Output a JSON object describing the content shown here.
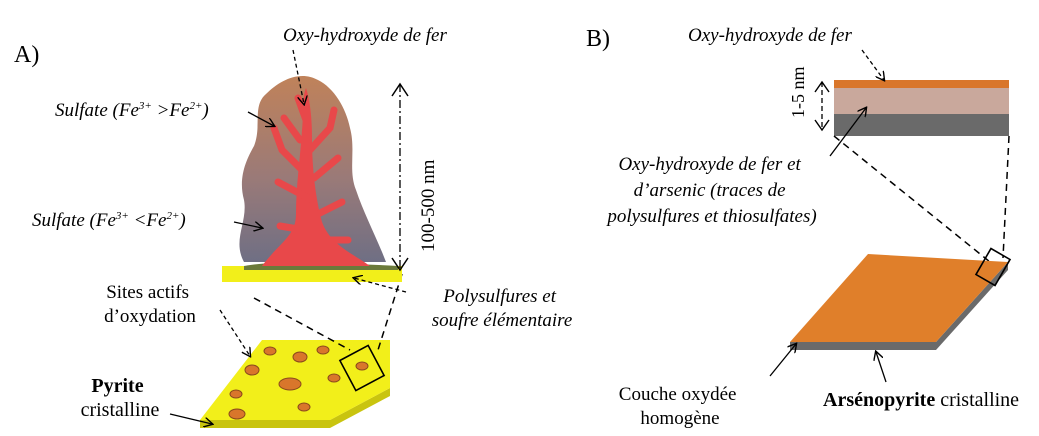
{
  "panel_a": {
    "label": "A)",
    "oxy_fer": "Oxy-hydroxyde de fer",
    "sulfate_top_pre": "Sulfate (Fe",
    "sulfate_top_sup1": "3+",
    "sulfate_top_mid": " >Fe",
    "sulfate_top_sup2": "2+",
    "sulfate_top_post": ")",
    "sulfate_bot_pre": "Sulfate (Fe",
    "sulfate_bot_sup1": "3+",
    "sulfate_bot_mid": " <Fe",
    "sulfate_bot_sup2": "2+",
    "sulfate_bot_post": ")",
    "thickness": "100-500 nm",
    "sites_line1": "Sites actifs",
    "sites_line2": "d’oxydation",
    "poly_line1": "Polysulfures et",
    "poly_line2": "soufre élémentaire",
    "pyrite_bold": "Pyrite",
    "pyrite_line2": "cristalline"
  },
  "panel_b": {
    "label": "B)",
    "oxy_fer": "Oxy-hydroxyde de fer",
    "thickness": "1-5 nm",
    "oxy_as_line1": "Oxy-hydroxyde de fer et",
    "oxy_as_line2": "d’arsenic (traces de",
    "oxy_as_line3": "polysulfures et thiosulfates)",
    "couche_line1": "Couche oxydée",
    "couche_line2": "homogène",
    "arseno_bold": "Arsénopyrite",
    "arseno_rest": " cristalline"
  },
  "colors": {
    "pyrite_yellow": "#f2ef1a",
    "iron_orange": "#d9762b",
    "arsenopyrite_orange": "#e07f2a",
    "red_dendrite": "#e8484a",
    "sulfate_gray": "#6f6f78",
    "layer_gray": "#6a6a6a",
    "layer_pink": "#c9a89c",
    "green_film": "#6b7a3a"
  }
}
